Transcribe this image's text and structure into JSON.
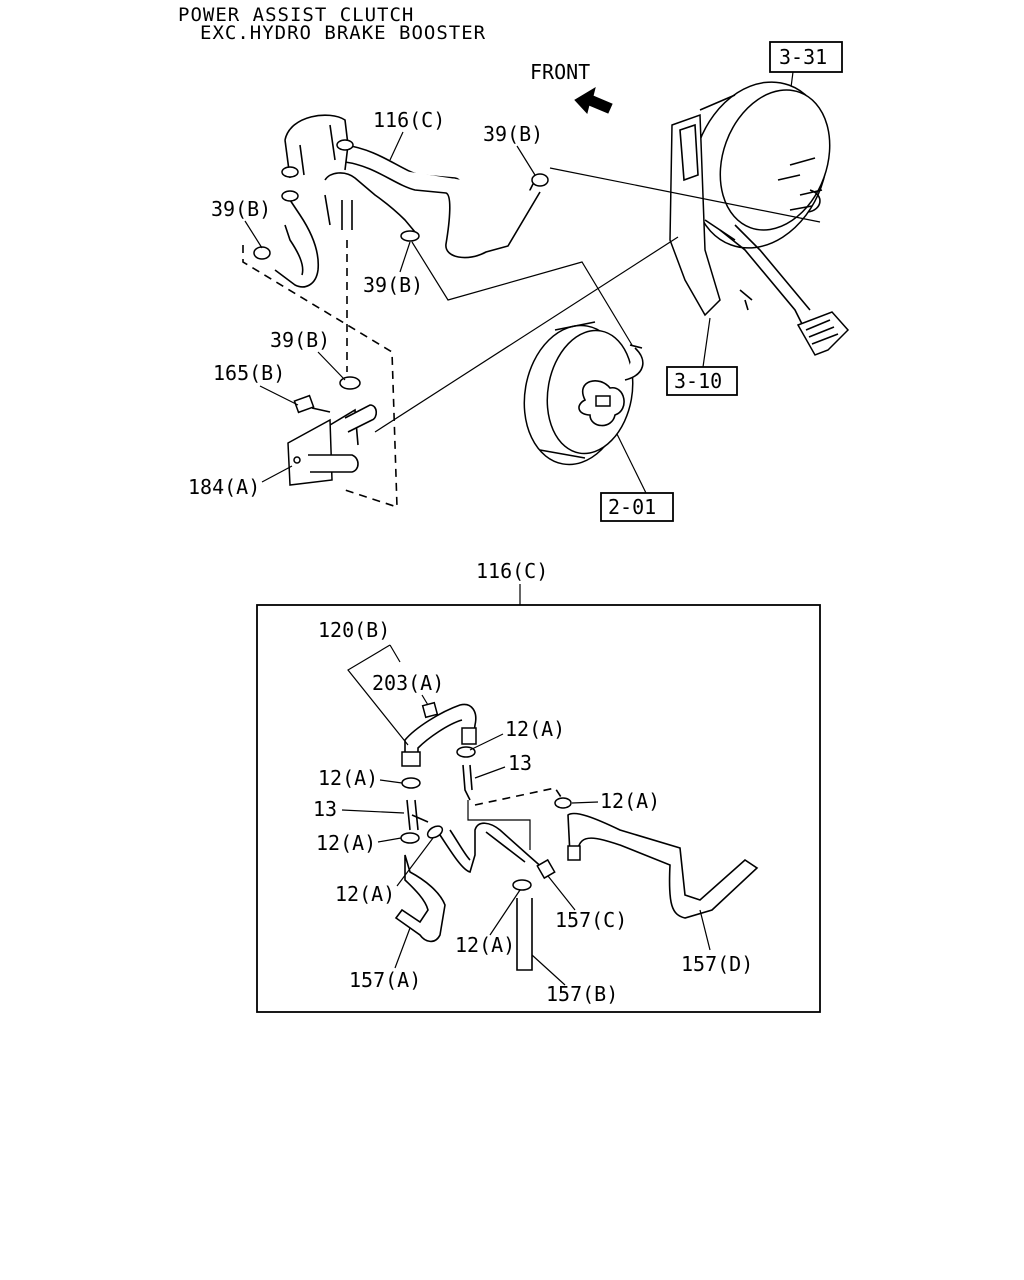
{
  "title": {
    "line1": "POWER ASSIST CLUTCH",
    "line2": "EXC.HYDRO BRAKE BOOSTER"
  },
  "front_label": "FRONT",
  "refs": {
    "r3_31": "3-31",
    "r3_10": "3-10",
    "r2_01": "2-01"
  },
  "upper_labels": {
    "l116c": "116(C)",
    "l39b_top": "39(B)",
    "l39b_left": "39(B)",
    "l39b_mid": "39(B)",
    "l39b_lower": "39(B)",
    "l165b": "165(B)",
    "l184a": "184(A)"
  },
  "detail": {
    "header": "116(C)",
    "l120b": "120(B)",
    "l203a": "203(A)",
    "l12a_1": "12(A)",
    "l13_1": "13",
    "l12a_2": "12(A)",
    "l13_2": "13",
    "l12a_3": "12(A)",
    "l12a_4": "12(A)",
    "l12a_5": "12(A)",
    "l12a_6": "12(A)",
    "l157a": "157(A)",
    "l157b": "157(B)",
    "l157c": "157(C)",
    "l157d": "157(D)"
  },
  "icons": {
    "front_arrow": "front-arrow-icon"
  }
}
